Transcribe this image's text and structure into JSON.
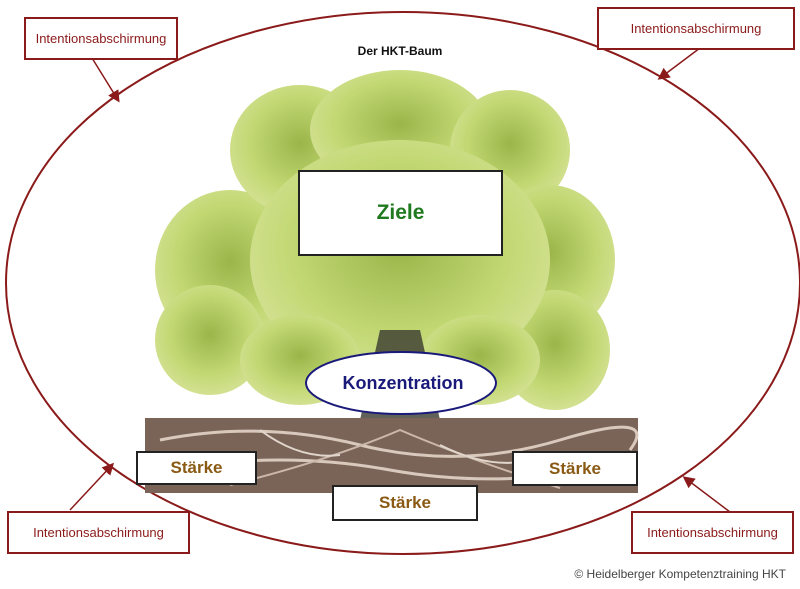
{
  "title": "Der HKT-Baum",
  "goal_label": "Ziele",
  "focus_label": "Konzentration",
  "strength_labels": [
    "Stärke",
    "Stärke",
    "Stärke"
  ],
  "shield_labels": [
    "Intentionsabschirmung",
    "Intentionsabschirmung",
    "Intentionsabschirmung",
    "Intentionsabschirmung"
  ],
  "copyright": "© Heidelberger Kompetenztraining HKT",
  "colors": {
    "shield": "#8b1a1a",
    "goal": "#1f7a1f",
    "focus": "#1a1a7a",
    "strength": "#8a5a14",
    "foliage": "#b9d46a",
    "soil": "#7a6458"
  }
}
